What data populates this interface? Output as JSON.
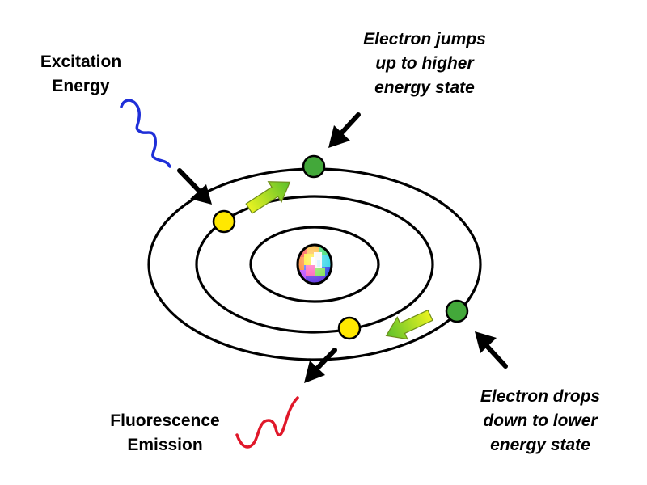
{
  "labels": {
    "excitation": [
      "Excitation",
      "Energy"
    ],
    "jump_up": [
      "Electron jumps",
      "up to higher",
      "energy state"
    ],
    "drop_down": [
      "Electron drops",
      "down to lower",
      "energy state"
    ],
    "emission": [
      "Fluorescence",
      "Emission"
    ]
  },
  "colors": {
    "excitation_wave": "#1f2fd8",
    "emission_wave": "#e0182a",
    "ground_electron": "#ffe800",
    "excited_electron": "#43a83a",
    "transition_arrow_start": "#e9f321",
    "transition_arrow_end": "#5cc02b",
    "orbit": "#000000",
    "pointer_arrow": "#000000"
  },
  "icons": {
    "nucleus": "multicolor-nucleus-icon"
  }
}
